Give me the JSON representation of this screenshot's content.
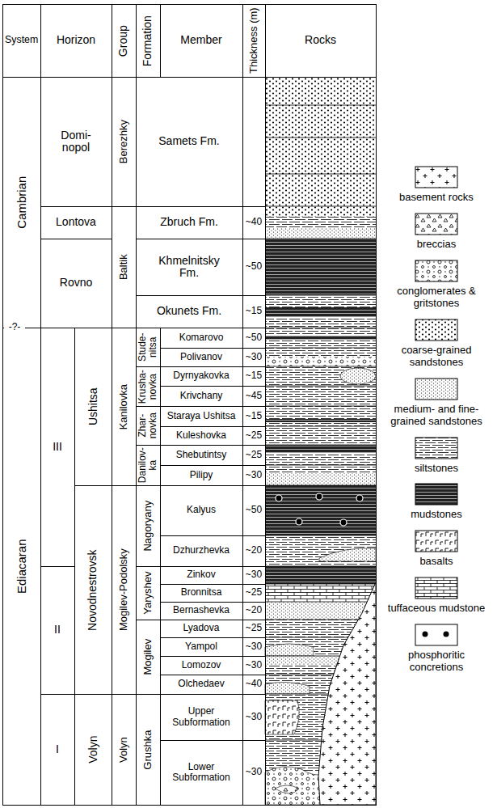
{
  "diagram": {
    "labels": [
      "System",
      "Horizon",
      "Group",
      "Formation",
      "Member",
      "Thickness (m)",
      "Rocks",
      "Cambrian",
      "Domi- nopol",
      "Berezhky",
      "Samets Fm.",
      "Lontova",
      "Rovno",
      "Baltik",
      "Zbruch Fm.",
      "~40",
      "Khmelnitsky Fm.",
      "~50",
      "Okunets Fm.",
      "~15",
      "-?-",
      "Ediacaran",
      "III",
      "Ushitsa",
      "II",
      "Novodnestrovsk",
      "I",
      "Volyn",
      "Kanilovka",
      "Mogilev-Podolsky",
      "Volyn",
      "Stude- nitsa",
      "Krusha- novka",
      "Zhar- novka",
      "Danilov- ka",
      "Nagoryany",
      "Yaryshev",
      "Mogilev",
      "Grushka",
      "Komarovo",
      "~50",
      "Polivanov",
      "~30",
      "Dyrnyakovka",
      "~15",
      "Krivchany",
      "~45",
      "Staraya Ushitsa",
      "~15",
      "Kuleshovka",
      "~25",
      "Shebutintsy",
      "~25",
      "Pilipy",
      "~30",
      "Kalyus",
      "~50",
      "Dzhurzhevka",
      "~20",
      "Zinkov",
      "~30",
      "Bronnitsa",
      "~25",
      "Bernashevka",
      "~20",
      "Lyadova",
      "~25",
      "Yampol",
      "~30",
      "Lomozov",
      "~30",
      "Olchedaev",
      "~40",
      "Upper Subformation",
      "~30",
      "Lower Subformation",
      "~30"
    ],
    "legend": [
      {
        "text": "basement rocks"
      },
      {
        "text": "breccias"
      },
      {
        "text": "conglomerates & gritstones"
      },
      {
        "text": "coarse-grained sandstones"
      },
      {
        "text": "medium- and fine- grained sandstones"
      },
      {
        "text": "siltstones"
      },
      {
        "text": "mudstones"
      },
      {
        "text": "basalts"
      },
      {
        "text": "tuffaceous mudstone"
      },
      {
        "text": "phosphoritic concretions"
      }
    ]
  }
}
